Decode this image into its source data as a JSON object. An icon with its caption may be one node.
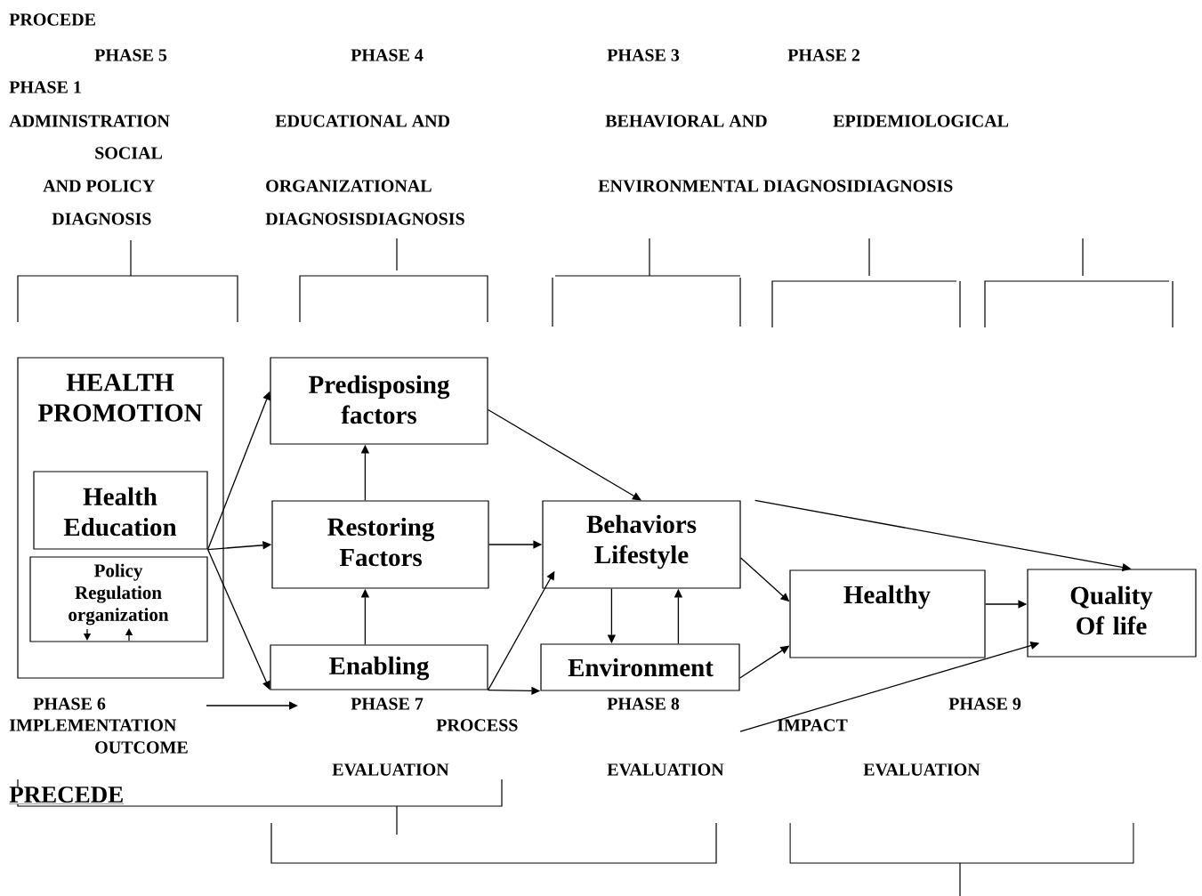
{
  "diagram": {
    "nodes": [
      {
        "text": [
          "HEALTH PROMOTION"
        ]
      },
      {
        "text": [
          "Health Education"
        ],
        "in": 0
      },
      {
        "text": [
          "Policy Regulation organization"
        ],
        "in": 0
      },
      {
        "text": [
          "Predisposing factors"
        ]
      },
      {
        "text": [
          "Restoring Factors"
        ]
      },
      {
        "text": [
          "Enabling"
        ]
      },
      {
        "text": [
          "Behaviors Lifestyle"
        ]
      },
      {
        "text": [
          "Environment"
        ]
      },
      {
        "text": [
          "Healthy"
        ]
      },
      {
        "text": [
          "Quality Of life"
        ]
      }
    ],
    "edges": [
      {
        "from": 1,
        "to": 3,
        "arrow": "to"
      },
      {
        "from": 1,
        "to": 4,
        "arrow": "to"
      },
      {
        "from": 1,
        "to": 5,
        "arrow": "to"
      },
      {
        "from": 4,
        "to": 3,
        "arrow": "to"
      },
      {
        "from": 5,
        "to": 4,
        "arrow": "to"
      },
      {
        "from": 4,
        "to": 6,
        "arrow": "to"
      },
      {
        "from": 3,
        "to": 6,
        "arrow": "to"
      },
      {
        "from": 5,
        "to": 6,
        "arrow": "to"
      },
      {
        "from": 5,
        "to": 7,
        "arrow": "to"
      },
      {
        "from": 6,
        "to": 7,
        "arrow": "to"
      },
      {
        "from": 7,
        "to": 6,
        "arrow": "to"
      },
      {
        "from": 6,
        "to": 8,
        "arrow": "to"
      },
      {
        "from": 7,
        "to": 8,
        "arrow": "to"
      },
      {
        "from": 8,
        "to": 9,
        "arrow": "to"
      },
      {
        "from": 6,
        "to": 9,
        "arrow": "to"
      },
      {
        "from": null,
        "to": 9,
        "arrow": "to"
      }
    ],
    "labels": [
      "PROCEDE",
      "PHASE 5",
      "PHASE 4",
      "PHASE 3",
      "PHASE 2",
      "PHASE 1",
      "ADMINISTRATION",
      "EDUCATIONAL AND",
      "BEHAVIORAL AND",
      "EPIDEMIOLOGICAL",
      "SOCIAL",
      "AND POLICY",
      "ORGANIZATIONAL",
      "ENVIRONMENTAL DIAGNOSIDIAGNOSIS",
      "DIAGNOSIS",
      "DIAGNOSISDIAGNOSIS",
      "PHASE 6",
      "PHASE 7",
      "PHASE 8",
      "PHASE 9",
      "IMPLEMENTATION",
      "PROCESS",
      "IMPACT",
      "OUTCOME",
      "EVALUATION",
      "EVALUATION",
      "EVALUATION",
      "PRECEDE"
    ]
  }
}
